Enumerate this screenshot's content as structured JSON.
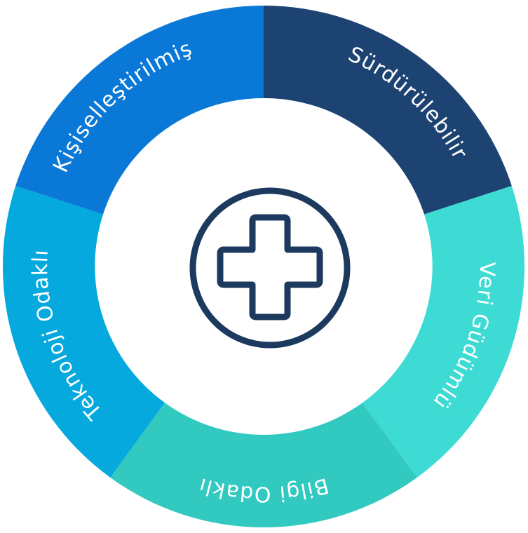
{
  "diagram": {
    "center_icon": "medical-cross-icon",
    "segments": [
      {
        "id": "surdurulebilir",
        "label": "Sürdürülebilir",
        "color": "#1c4371"
      },
      {
        "id": "veri-gudumlu",
        "label": "Veri Güdümlü",
        "color": "#3ddbd3"
      },
      {
        "id": "bilgi-odakli",
        "label": "Bilgi Odaklı",
        "color": "#31c9c0"
      },
      {
        "id": "teknoloji-odakli",
        "label": "Teknoloji Odaklı",
        "color": "#05a9de"
      },
      {
        "id": "kisisellestirilmis",
        "label": "Kişiselleştirilmiş",
        "color": "#0a78d6"
      }
    ],
    "icon_color": "#1c3a5e"
  }
}
